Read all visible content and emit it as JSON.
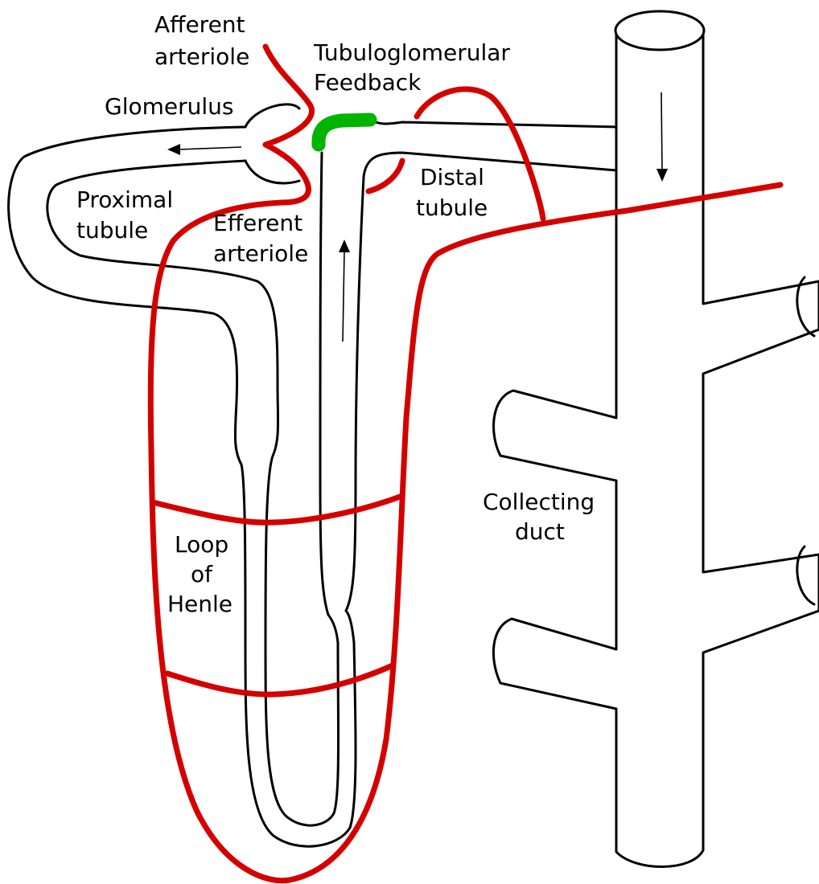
{
  "colors": {
    "vessel": "#d40000",
    "feedback": "#00b400",
    "outline": "#000000",
    "background": "#ffffff"
  },
  "labels": {
    "afferent_arteriole": [
      "Afferent",
      "arteriole"
    ],
    "glomerulus": [
      "Glomerulus"
    ],
    "tubuloglomerular_feedback": [
      "Tubuloglomerular",
      "Feedback"
    ],
    "proximal_tubule": [
      "Proximal",
      "tubule"
    ],
    "efferent_arteriole": [
      "Efferent",
      "arteriole"
    ],
    "distal_tubule": [
      "Distal",
      "tubule"
    ],
    "loop_of_henle": [
      "Loop",
      "of",
      "Henle"
    ],
    "collecting_duct": [
      "Collecting",
      "duct"
    ]
  }
}
